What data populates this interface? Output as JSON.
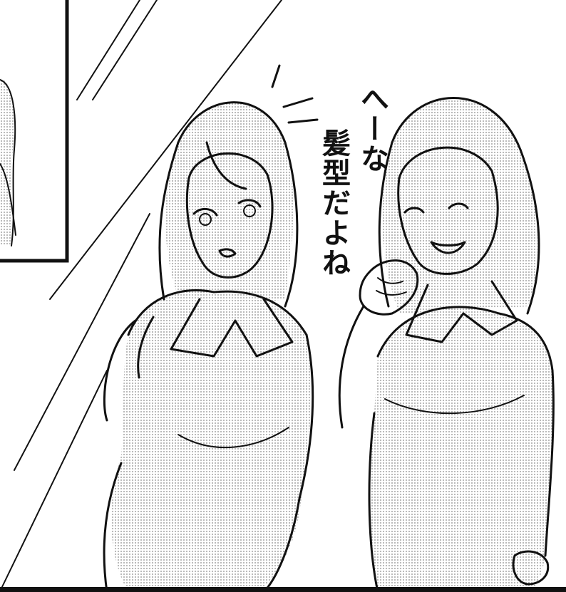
{
  "panel": {
    "dialogue": {
      "line1": "へーな",
      "line2": "髪型だよね"
    },
    "sfx": {
      "notice_marks": "surprise-lines"
    },
    "colors": {
      "ink": "#111111",
      "screentone": "#b8b8b8",
      "paper": "#ffffff"
    }
  }
}
